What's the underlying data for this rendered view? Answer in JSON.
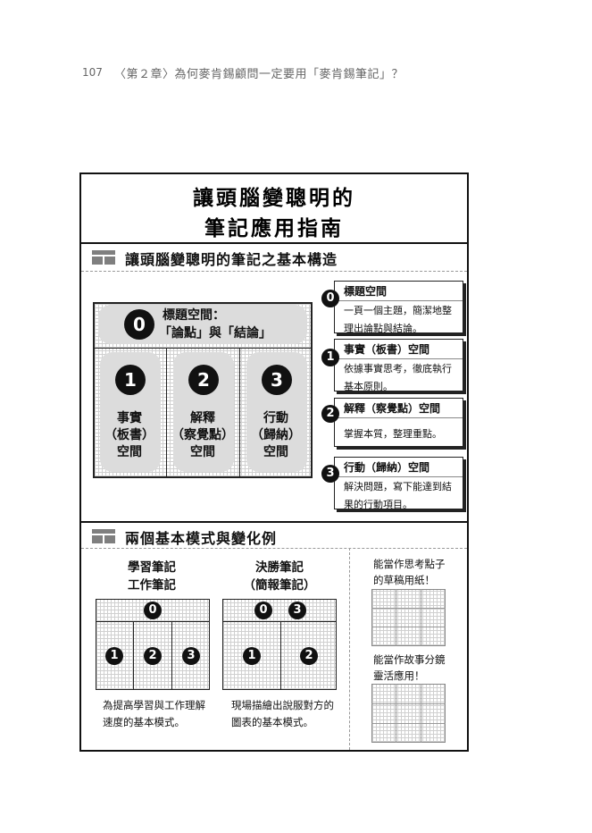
{
  "page": {
    "number": "107",
    "running_title": "〈第２章〉為何麥肯錫顧問一定要用「麥肯錫筆記」？"
  },
  "figure": {
    "title_line1": "讓頭腦變聰明的",
    "title_line2": "筆記應用指南",
    "section1": {
      "title": "讓頭腦變聰明的筆記之基本構造",
      "diagram": {
        "header_num": "0",
        "header_label_line1": "標題空間：",
        "header_label_line2": "「論點」與「結論」",
        "columns": [
          {
            "num": "1",
            "line1": "事實",
            "line2": "（板書）",
            "line3": "空間"
          },
          {
            "num": "2",
            "line1": "解釋",
            "line2": "（察覺點）",
            "line3": "空間"
          },
          {
            "num": "3",
            "line1": "行動",
            "line2": "（歸納）",
            "line3": "空間"
          }
        ]
      },
      "cards": [
        {
          "num": "0",
          "title": "標題空間",
          "body_line1": "一頁一個主題，簡潔地整",
          "body_line2": "理出論點與結論。"
        },
        {
          "num": "1",
          "title": "事實（板書）空間",
          "body_line1": "依據事實思考，徹底執行",
          "body_line2": "基本原則。"
        },
        {
          "num": "2",
          "title": "解釋（察覺點）空間",
          "body_line1": "掌握本質，整理重點。",
          "body_line2": ""
        },
        {
          "num": "3",
          "title": "行動（歸納）空間",
          "body_line1": "解決問題，寫下能達到結",
          "body_line2": "果的行動項目。"
        }
      ]
    },
    "section2": {
      "title": "兩個基本模式與變化例",
      "mode_a": {
        "title_line1": "學習筆記",
        "title_line2": "工作筆記",
        "top_num": "0",
        "nums": [
          "1",
          "2",
          "3"
        ],
        "caption_line1": "為提高學習與工作理解",
        "caption_line2": "速度的基本模式。"
      },
      "mode_b": {
        "title_line1": "決勝筆記",
        "title_line2": "（簡報筆記）",
        "top_nums": [
          "0",
          "3"
        ],
        "nums": [
          "1",
          "2"
        ],
        "caption_line1": "現場描繪出說服對方的",
        "caption_line2": "圖表的基本模式。"
      },
      "variant1": {
        "line1": "能當作思考點子",
        "line2": "的草稿用紙！"
      },
      "variant2": {
        "line1": "能當作故事分鏡",
        "line2": "靈活應用！"
      }
    }
  }
}
